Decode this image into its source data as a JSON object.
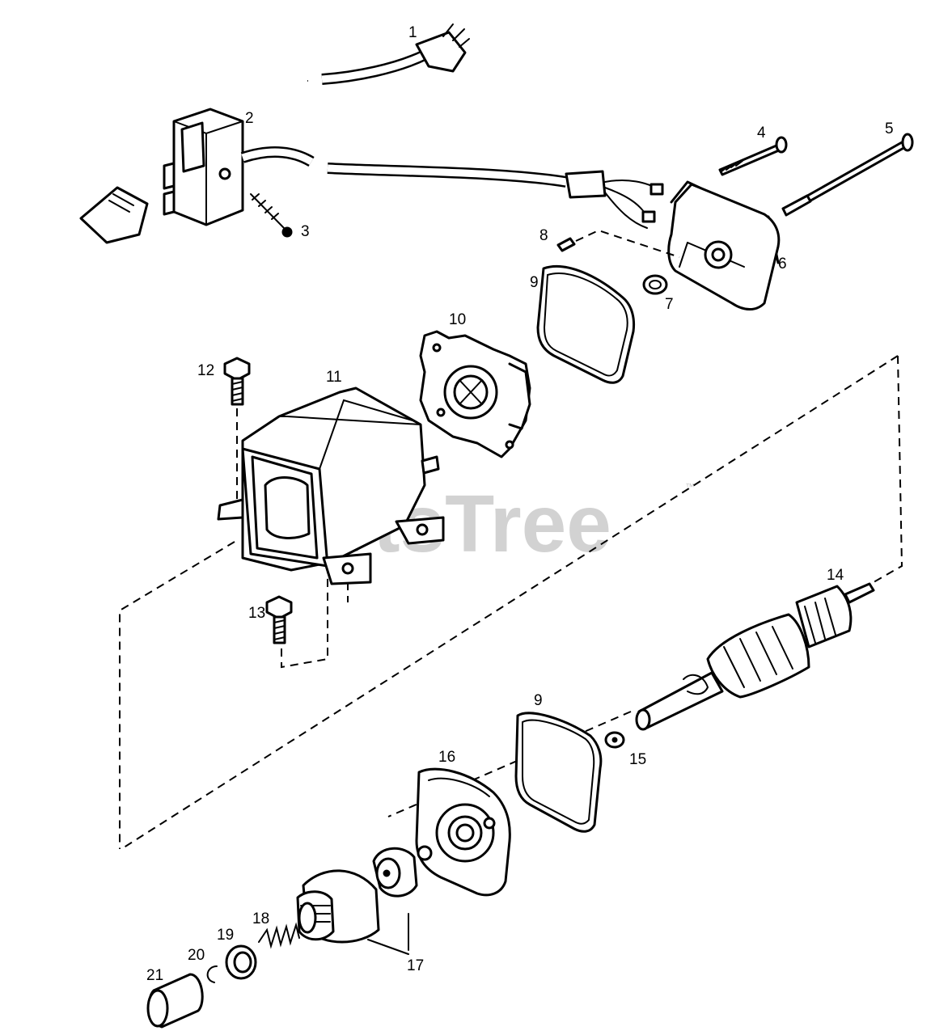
{
  "watermark": {
    "text": "PartsTree",
    "trademark": "™"
  },
  "callouts": [
    "1",
    "2",
    "3",
    "4",
    "5",
    "6",
    "7",
    "8",
    "9",
    "10",
    "11",
    "12",
    "13",
    "14",
    "9",
    "15",
    "16",
    "17",
    "18",
    "19",
    "20",
    "21"
  ]
}
